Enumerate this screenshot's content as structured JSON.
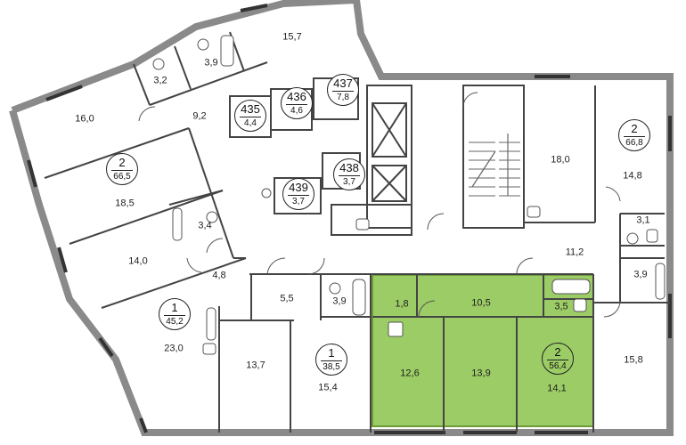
{
  "plan": {
    "highlight_color": "#9ccc65",
    "wall_color": "#8a8a8a",
    "rooms": [
      {
        "id": "r16-0",
        "label": "16,0"
      },
      {
        "id": "r3-2",
        "label": "3,2"
      },
      {
        "id": "r3-9a",
        "label": "3,9"
      },
      {
        "id": "r15-7",
        "label": "15,7"
      },
      {
        "id": "r9-2",
        "label": "9,2"
      },
      {
        "id": "r18-5",
        "label": "18,5"
      },
      {
        "id": "r3-4",
        "label": "3,4"
      },
      {
        "id": "r14-0",
        "label": "14,0"
      },
      {
        "id": "r4-8",
        "label": "4,8"
      },
      {
        "id": "r23-0",
        "label": "23,0"
      },
      {
        "id": "r5-5",
        "label": "5,5"
      },
      {
        "id": "r3-9b",
        "label": "3,9"
      },
      {
        "id": "r13-7",
        "label": "13,7"
      },
      {
        "id": "r15-4",
        "label": "15,4"
      },
      {
        "id": "r1-8",
        "label": "1,8"
      },
      {
        "id": "r10-5",
        "label": "10,5"
      },
      {
        "id": "r3-5",
        "label": "3,5"
      },
      {
        "id": "r12-6",
        "label": "12,6"
      },
      {
        "id": "r13-9",
        "label": "13,9"
      },
      {
        "id": "r14-1",
        "label": "14,1"
      },
      {
        "id": "r18-0",
        "label": "18,0"
      },
      {
        "id": "r14-8",
        "label": "14,8"
      },
      {
        "id": "r3-1",
        "label": "3,1"
      },
      {
        "id": "r11-2",
        "label": "11,2"
      },
      {
        "id": "r3-9c",
        "label": "3,9"
      },
      {
        "id": "r15-8",
        "label": "15,8"
      }
    ],
    "badges": [
      {
        "id": "b-435",
        "top": "435",
        "bottom": "4,4"
      },
      {
        "id": "b-436",
        "top": "436",
        "bottom": "4,6"
      },
      {
        "id": "b-437",
        "top": "437",
        "bottom": "7,8"
      },
      {
        "id": "b-438",
        "top": "438",
        "bottom": "3,7"
      },
      {
        "id": "b-439",
        "top": "439",
        "bottom": "3,7"
      },
      {
        "id": "b-apt2-left",
        "top": "2",
        "bottom": "66,5"
      },
      {
        "id": "b-apt2-right",
        "top": "2",
        "bottom": "66,8"
      },
      {
        "id": "b-apt1-left",
        "top": "1",
        "bottom": "45,2"
      },
      {
        "id": "b-apt1-mid",
        "top": "1",
        "bottom": "38,5"
      },
      {
        "id": "b-apt2-selected",
        "top": "2",
        "bottom": "56,4"
      }
    ]
  }
}
